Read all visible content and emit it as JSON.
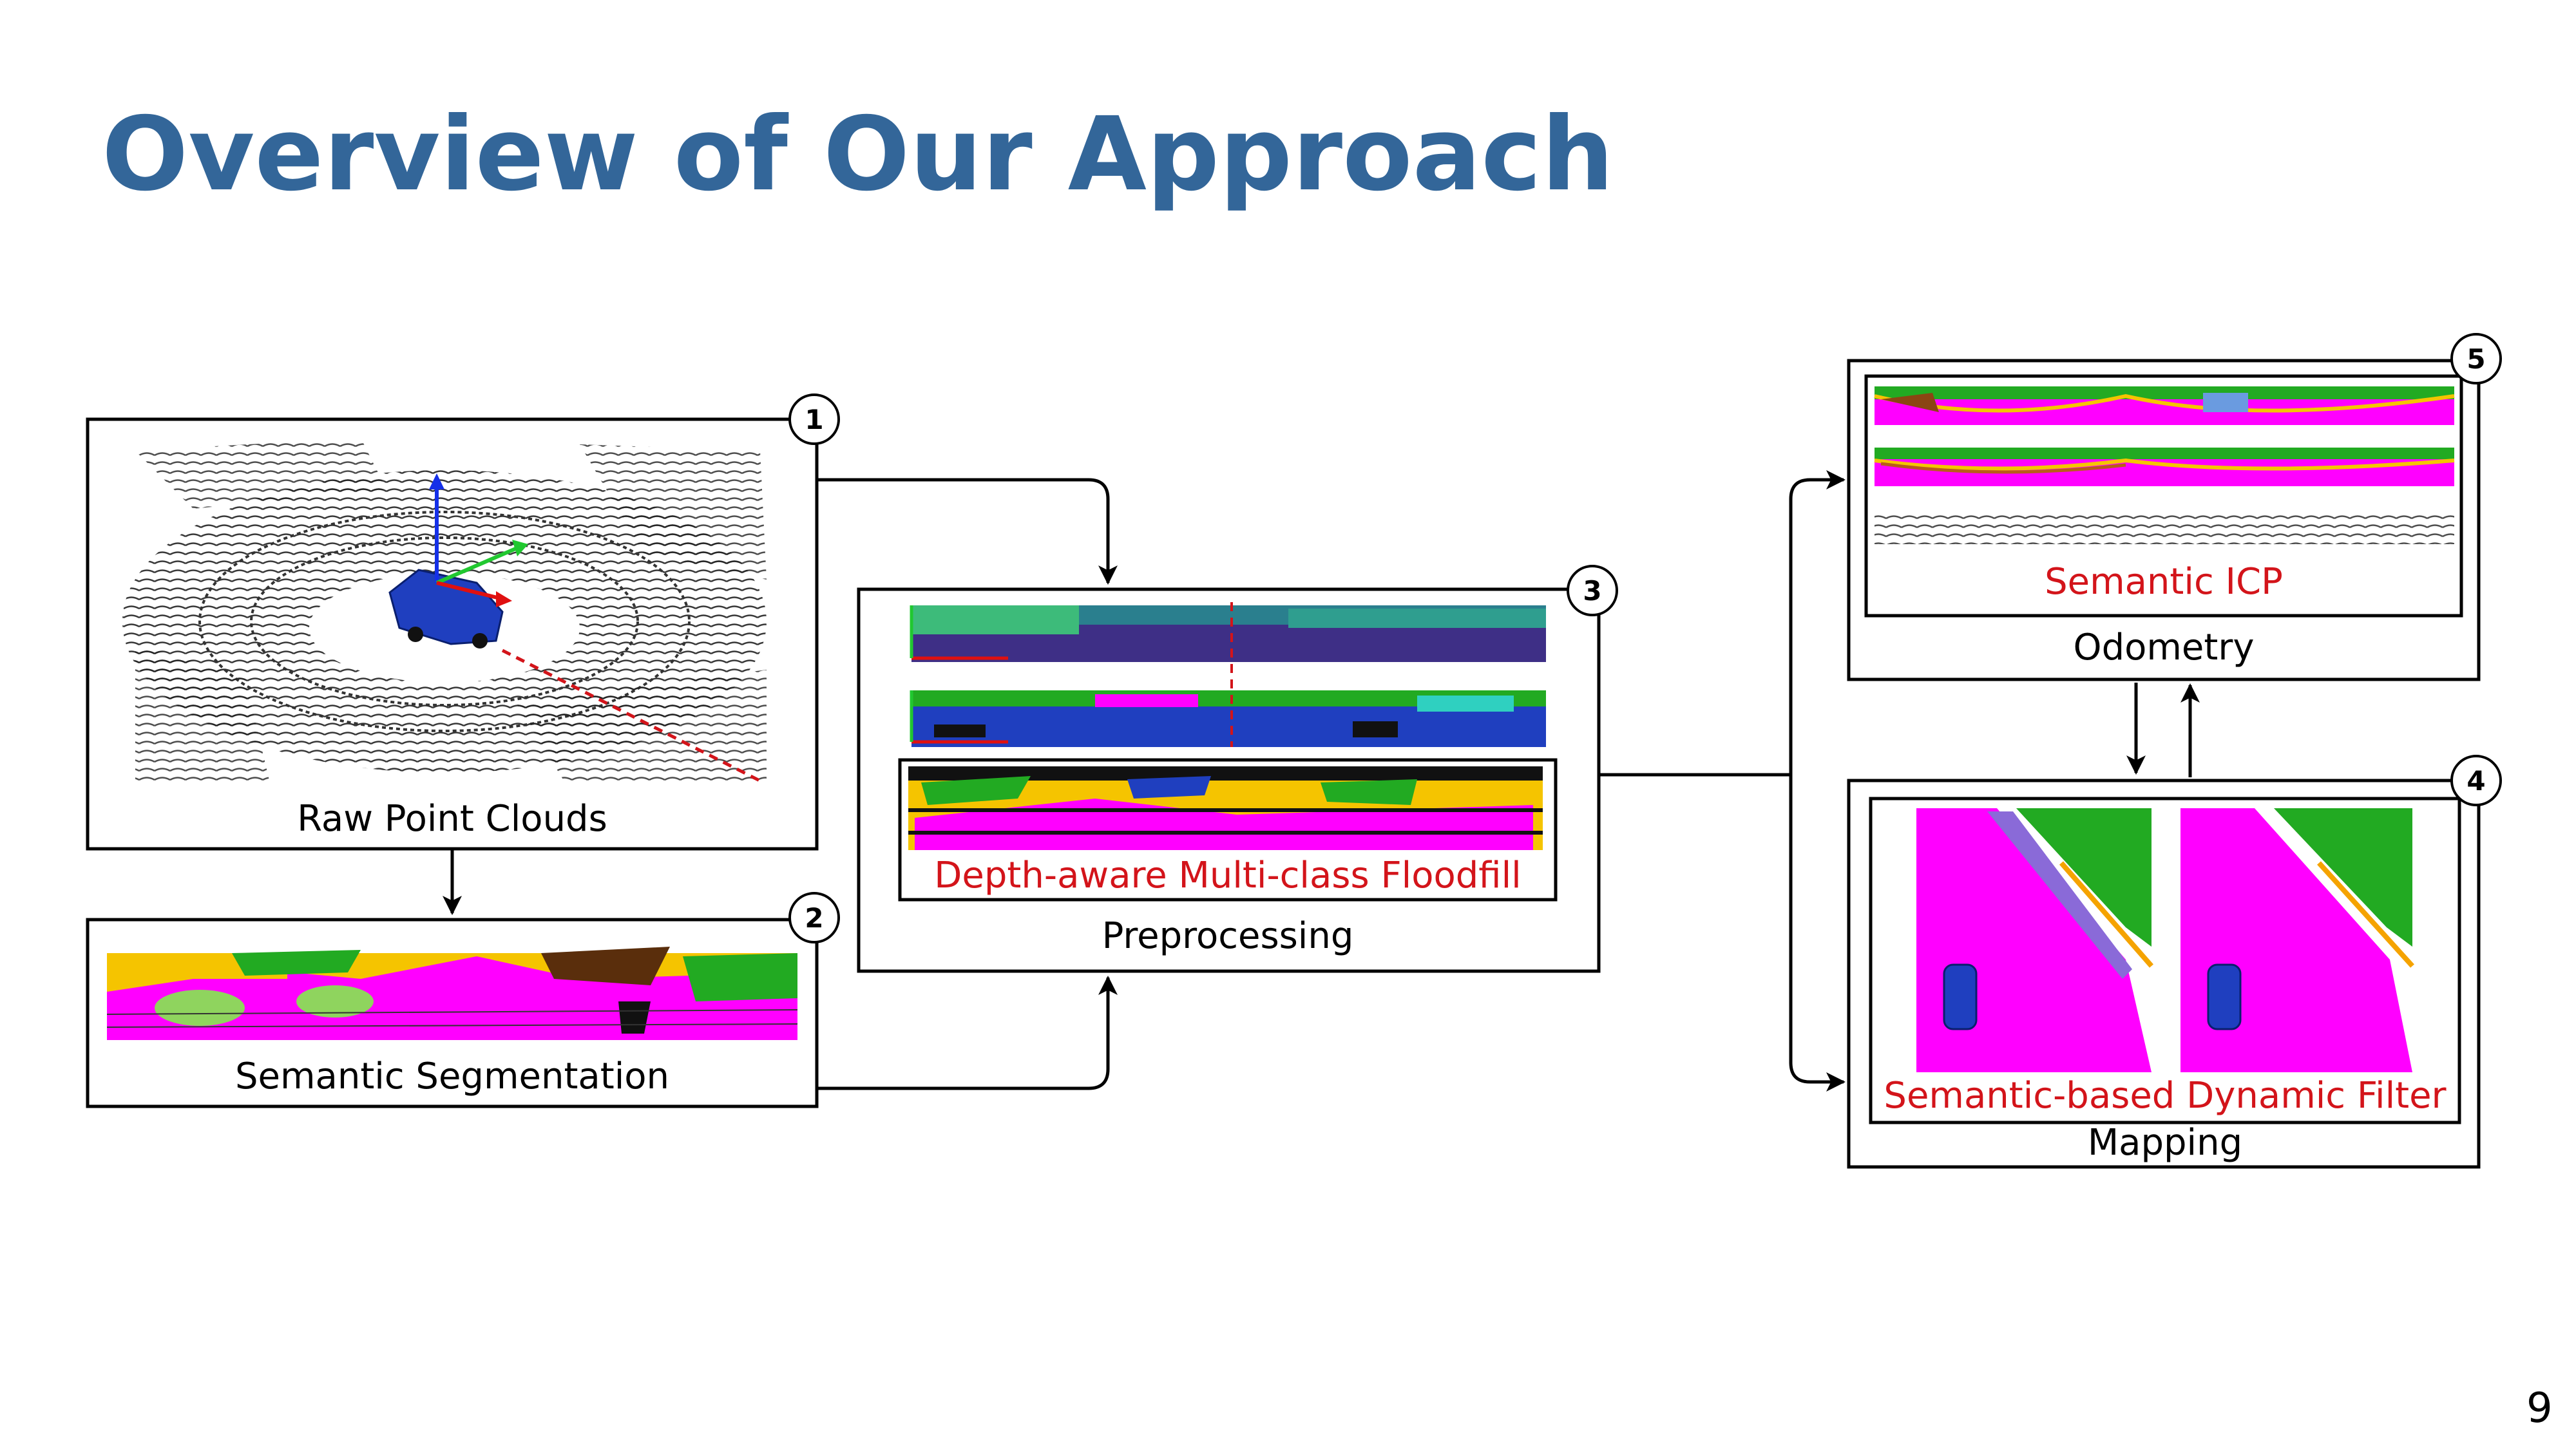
{
  "slide": {
    "title": "Overview of Our Approach",
    "page_number": "9"
  },
  "steps": {
    "raw": {
      "number": "1",
      "label": "Raw Point Clouds"
    },
    "segmentation": {
      "number": "2",
      "label": "Semantic Segmentation"
    },
    "preprocessing": {
      "number": "3",
      "label": "Preprocessing",
      "inner_label": "Depth-aware Multi-class Floodfill"
    },
    "mapping": {
      "number": "4",
      "label": "Mapping",
      "inner_label": "Semantic-based Dynamic Filter"
    },
    "odometry": {
      "number": "5",
      "label": "Odometry",
      "inner_label": "Semantic ICP"
    }
  },
  "colors": {
    "title": "#336699",
    "highlight_text": "#d3141a",
    "road": "#ff00ff",
    "vegetation": "#22aa22",
    "building": "#f5c400",
    "car": "#1f3fbf"
  }
}
